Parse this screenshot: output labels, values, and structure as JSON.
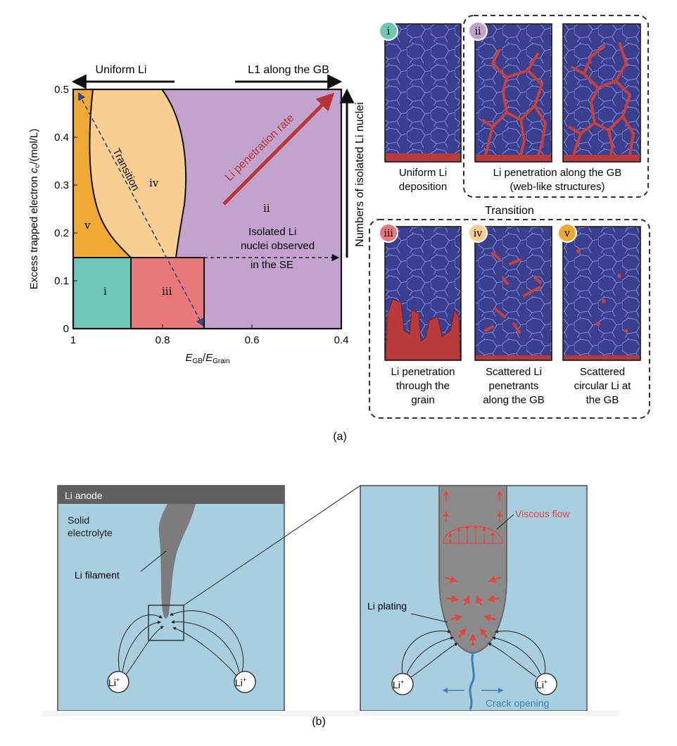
{
  "panel_a": {
    "caption": "(a)",
    "phase_diagram": {
      "y_axis_label_main": "Excess trapped electron ",
      "y_axis_label_var": "c",
      "y_axis_label_sub": "c",
      "y_axis_label_unit": "/(mol/L)",
      "x_axis_label_e1": "E",
      "x_axis_label_sub1": "GB",
      "x_axis_label_slash": "/",
      "x_axis_label_e2": "E",
      "x_axis_label_sub2": "Grain",
      "y_ticks": [
        "0",
        "0.1",
        "0.2",
        "0.3",
        "0.4",
        "0.5"
      ],
      "x_ticks": [
        "1",
        "0.8",
        "0.6",
        "0.4"
      ],
      "top_left_arrow_label": "Uniform Li",
      "top_right_arrow_label": "L1 along the GB",
      "right_arrow_label": "Numbers of isolated Li nuclei",
      "diagonal_arrow_label": "Li penetration rate",
      "transition_label": "Transition",
      "isolated_note_line1": "Isolated Li",
      "isolated_note_line2": "nuclei observed",
      "isolated_note_line3": "in the SE",
      "regions": {
        "i": "i",
        "ii": "ii",
        "iii": "iii",
        "iv": "iv",
        "v": "v"
      },
      "region_colors": {
        "i": "#6ec8b8",
        "ii": "#c3a2cd",
        "iii": "#e9787a",
        "iv": "#f8cf90",
        "v": "#eeaa35"
      }
    },
    "snapshots": {
      "transition_label": "Transition",
      "i": {
        "badge": "i",
        "caption_lines": [
          "Uniform Li",
          "deposition"
        ]
      },
      "ii": {
        "badge": "ii",
        "caption_lines": [
          "Li penetration along the GB",
          "(web-like structures)"
        ]
      },
      "iii": {
        "badge": "iii",
        "caption_lines": [
          "Li penetration",
          "through the",
          "grain"
        ]
      },
      "iv": {
        "badge": "iv",
        "caption_lines": [
          "Scattered Li",
          "penetrants",
          "along the GB"
        ]
      },
      "v": {
        "badge": "v",
        "caption_lines": [
          "Scattered",
          "circular Li at",
          "the GB"
        ]
      }
    }
  },
  "panel_b": {
    "caption": "(b)",
    "left": {
      "anode_label": "Li anode",
      "electrolyte_line1": "Solid",
      "electrolyte_line2": "electrolyte",
      "filament_label": "Li filament",
      "ion_left": "Li",
      "ion_right": "Li",
      "ion_charge": "+"
    },
    "right": {
      "viscous_flow": "Viscous flow",
      "li_plating": "Li plating",
      "crack_opening": "Crack opening",
      "ion_left": "Li",
      "ion_right": "Li",
      "ion_charge": "+"
    }
  },
  "colors": {
    "electrolyte_bg": "#a7cfe0",
    "anode": "#606060",
    "filament": "#7c7c7c",
    "flow_red": "#e8443d",
    "crack_blue": "#3e7fb5",
    "cell_blue": "#3a3f8f",
    "li_red": "#b83a3a"
  }
}
